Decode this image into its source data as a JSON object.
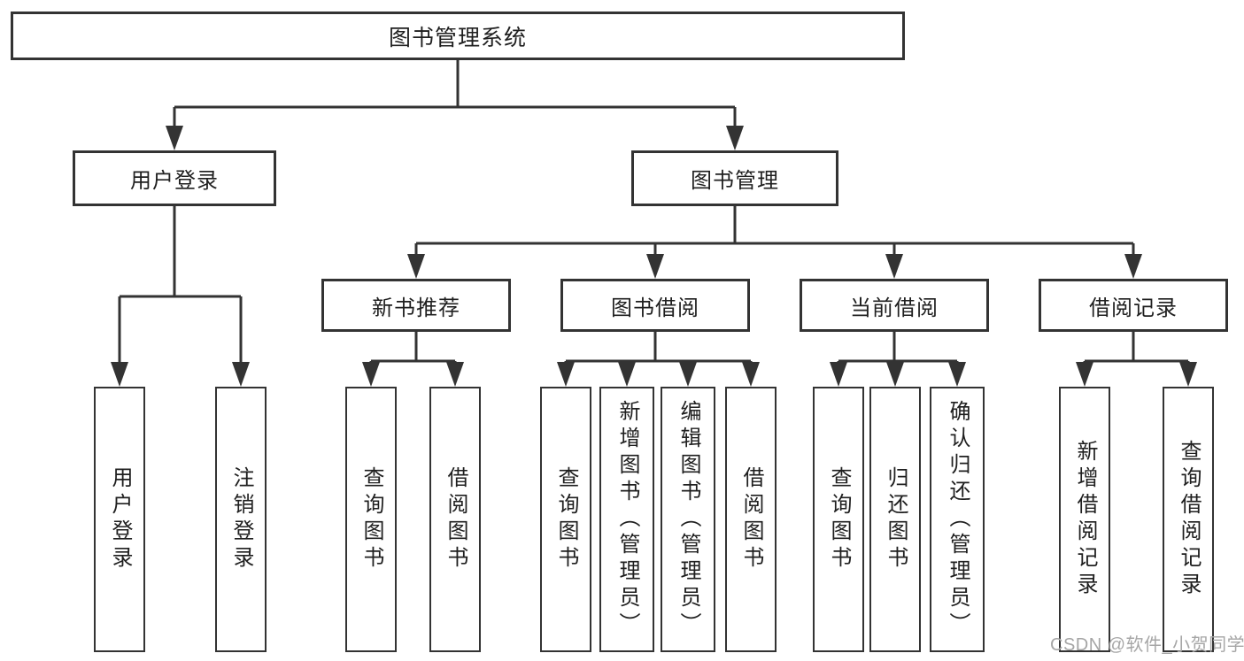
{
  "diagram": {
    "root": {
      "label": "图书管理系统"
    },
    "branches": [
      {
        "label": "用户登录",
        "children": [
          {
            "label": "用户登录"
          },
          {
            "label": "注销登录"
          }
        ]
      },
      {
        "label": "图书管理",
        "children": [
          {
            "label": "新书推荐",
            "children": [
              {
                "label": "查询图书"
              },
              {
                "label": "借阅图书"
              }
            ]
          },
          {
            "label": "图书借阅",
            "children": [
              {
                "label": "查询图书"
              },
              {
                "label": "新增图书（管理员）"
              },
              {
                "label": "编辑图书（管理员）"
              },
              {
                "label": "借阅图书"
              }
            ]
          },
          {
            "label": "当前借阅",
            "children": [
              {
                "label": "查询图书"
              },
              {
                "label": "归还图书"
              },
              {
                "label": "确认归还（管理员）"
              }
            ]
          },
          {
            "label": "借阅记录",
            "children": [
              {
                "label": "新增借阅记录"
              },
              {
                "label": "查询借阅记录"
              }
            ]
          }
        ]
      }
    ]
  },
  "watermark": {
    "text": "CSDN @软件_小贺同学"
  },
  "colors": {
    "line": "#333333",
    "box_border": "#333333",
    "text": "#1f1f1f",
    "watermark": "#a6a6a6",
    "background": "#ffffff"
  }
}
